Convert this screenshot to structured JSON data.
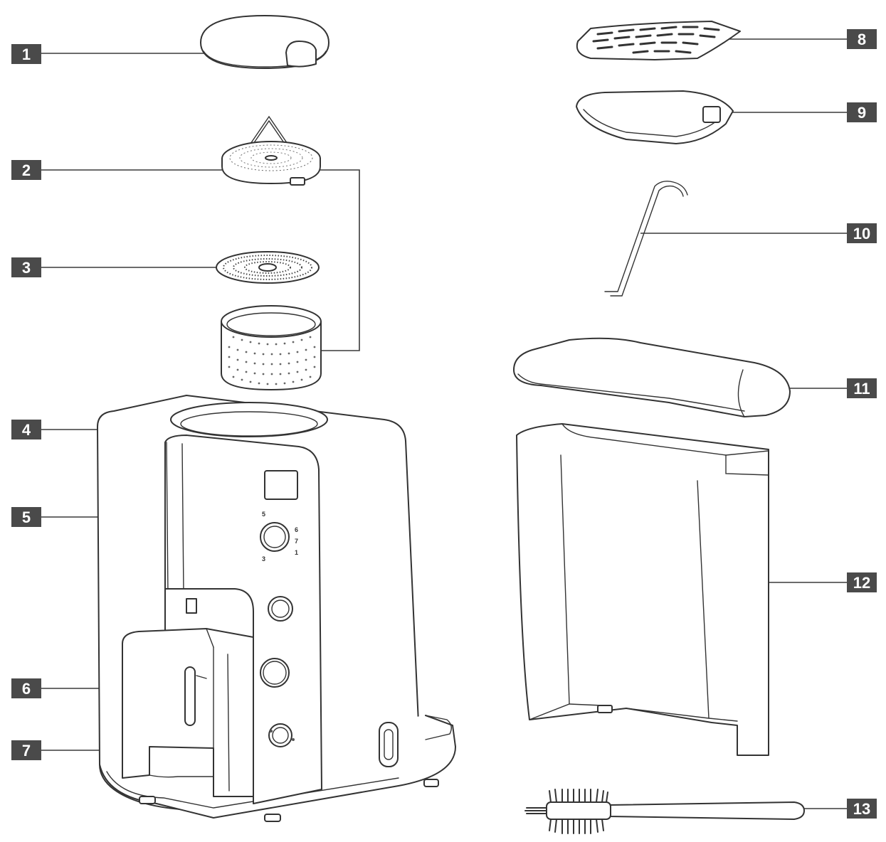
{
  "callouts": [
    {
      "id": "1",
      "label": "1"
    },
    {
      "id": "2",
      "label": "2"
    },
    {
      "id": "3",
      "label": "3"
    },
    {
      "id": "4",
      "label": "4"
    },
    {
      "id": "5",
      "label": "5"
    },
    {
      "id": "6",
      "label": "6"
    },
    {
      "id": "7",
      "label": "7"
    },
    {
      "id": "8",
      "label": "8"
    },
    {
      "id": "9",
      "label": "9"
    },
    {
      "id": "10",
      "label": "10"
    },
    {
      "id": "11",
      "label": "11"
    },
    {
      "id": "12",
      "label": "12"
    },
    {
      "id": "13",
      "label": "13"
    }
  ],
  "dial_marks": {
    "top": "5",
    "right_top": "6",
    "right_mid": "7",
    "right_bottom": "1",
    "bottom": "3"
  }
}
